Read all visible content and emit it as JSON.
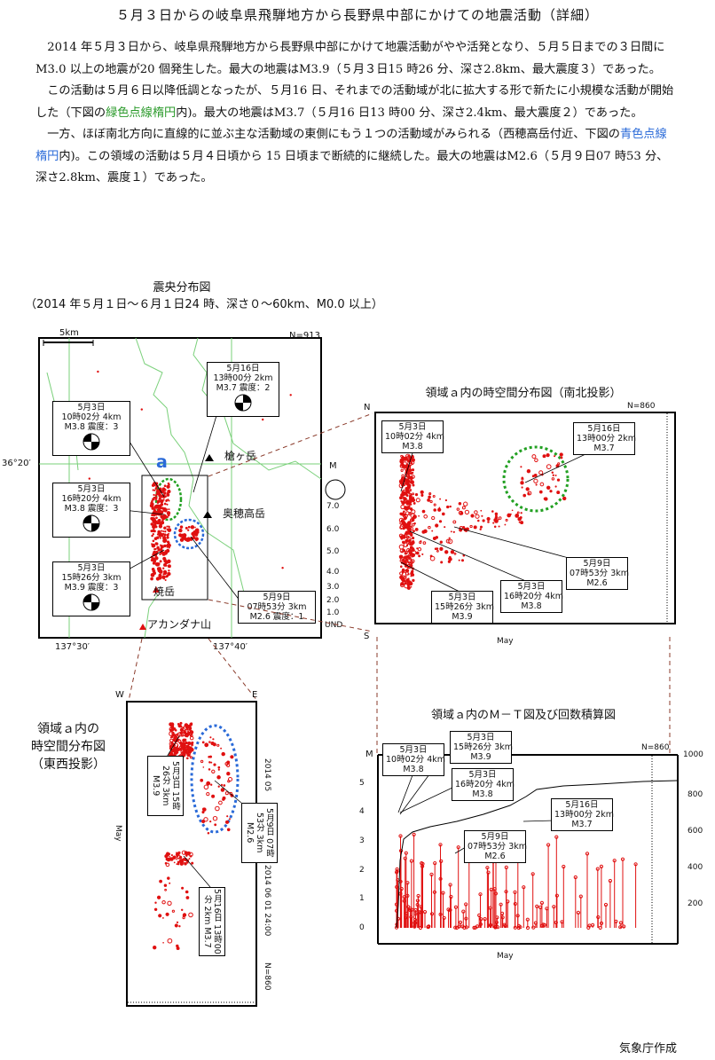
{
  "title": "５月３日からの岐阜県飛騨地方から長野県中部にかけての地震活動（詳細）",
  "paragraphs": {
    "p1": "2014 年５月３日から、岐阜県飛騨地方から長野県中部にかけて地震活動がやや活発となり、５月５日までの３日間にM3.0 以上の地震が20 個発生した。最大の地震はM3.9（５月３日15 時26 分、深さ2.8km、最大震度３）であった。",
    "p2a": "この活動は５月６日以降低調となったが、５月16 日、それまでの活動域が北に拡大する形で新たに小規模な活動が開始した（下図の",
    "p2g": "緑色点線楕円",
    "p2b": "内)。最大の地震はM3.7（５月16 日13 時00 分、深さ2.4km、最大震度２）であった。",
    "p3a": "一方、ほぼ南北方向に直線的に並ぶ主な活動域の東側にもう１つの活動域がみられる（西穂高岳付近、下図の",
    "p3b": "青色点線楕円",
    "p3c": "内)。この領域の活動は５月４日頃から 15 日頃まで断続的に継続した。最大の地震はM2.6（５月９日07 時53 分、深さ2.8km、震度１）であった。"
  },
  "map": {
    "title": "震央分布図",
    "subtitle": "（2014 年５月１日～６月１日24 時、深さ０～60km、M0.0 以上）",
    "scale": "5km",
    "count": "N=913",
    "lat_label": "36°20′",
    "lon_left": "137°30′",
    "lon_right": "137°40′",
    "region": "a",
    "volcanoes": [
      "槍ヶ岳",
      "奥穂高岳",
      "焼岳",
      "アカンダナ山"
    ],
    "legend_title": "M",
    "legend": [
      "7.0",
      "6.0",
      "5.0",
      "4.0",
      "3.0",
      "2.0",
      "1.0",
      "UND"
    ],
    "labels": {
      "e1": [
        "5月16日",
        "13時00分 2km",
        "M3.7 震度：2"
      ],
      "e2": [
        "5月3日",
        "10時02分 4km",
        "M3.8 震度：3"
      ],
      "e3": [
        "5月3日",
        "16時20分 4km",
        "M3.8 震度：3"
      ],
      "e4": [
        "5月3日",
        "15時26分 3km",
        "M3.9 震度：3"
      ],
      "e5": [
        "5月9日",
        "07時53分 3km",
        "M2.6 震度：1"
      ]
    }
  },
  "ns_plot": {
    "title": "領域ａ内の時空間分布図（南北投影）",
    "count": "N=860",
    "top": "N",
    "bottom": "S",
    "xlabel": "May",
    "labels": {
      "a": [
        "5月3日",
        "10時02分 4km",
        "M3.8"
      ],
      "b": [
        "5月16日",
        "13時00分 2km",
        "M3.7"
      ],
      "c": [
        "5月9日",
        "07時53分 3km",
        "M2.6"
      ],
      "d": [
        "5月3日",
        "16時20分 4km",
        "M3.8"
      ],
      "e": [
        "5月3日",
        "15時26分 3km",
        "M3.9"
      ]
    }
  },
  "ew_plot": {
    "title": [
      "領域ａ内の",
      "時空間分布図",
      "（東西投影）"
    ],
    "left": "W",
    "right": "E",
    "ylabel": "May",
    "date_top": "2014 05",
    "date_bottom": "2014 06 01 24:00",
    "count": "N=860",
    "labels": {
      "a": "5月3日 15時26分 3km M3.9",
      "b": "5月9日 07時53分 3km M2.6",
      "c": "5月16日 13時00分 2km M3.7"
    }
  },
  "mt_plot": {
    "title": "領域ａ内のＭ－Ｔ図及び回数積算図",
    "count": "N=860",
    "ylabel": "M",
    "xlabel": "May",
    "m_ticks": [
      "5",
      "4",
      "3",
      "2",
      "1",
      "0"
    ],
    "n_ticks": [
      "1000",
      "800",
      "600",
      "400",
      "200"
    ],
    "labels": {
      "a": [
        "5月3日",
        "10時02分 4km",
        "M3.8"
      ],
      "b": [
        "5月3日",
        "15時26分 3km",
        "M3.9"
      ],
      "c": [
        "5月3日",
        "16時20分 4km",
        "M3.8"
      ],
      "d": [
        "5月16日",
        "13時00分 2km",
        "M3.7"
      ],
      "e": [
        "5月9日",
        "07時53分 3km",
        "M2.6"
      ]
    }
  },
  "footer": "気象庁作成",
  "colors": {
    "quake": "#e01010",
    "green": "#22a022",
    "blue": "#2a6ad8"
  }
}
